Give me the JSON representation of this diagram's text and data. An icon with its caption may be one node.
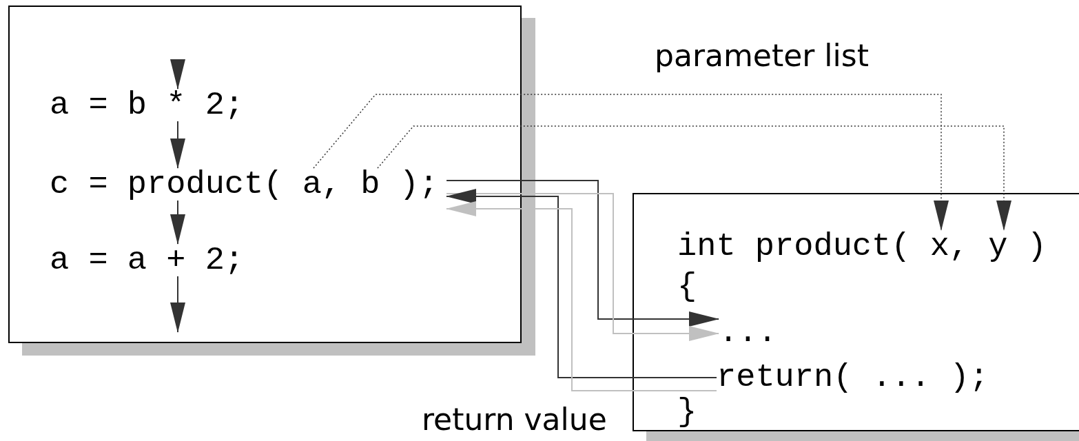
{
  "diagram": {
    "nodes": [
      {
        "text": [],
        "shape": "box"
      },
      {
        "text": [
          "a = b * 2;"
        ],
        "in": 0
      },
      {
        "text": [
          "c = product( a, b );"
        ],
        "in": 0
      },
      {
        "text": [
          "a = a + 2;"
        ],
        "in": 0
      },
      {
        "text": [],
        "shape": "box"
      },
      {
        "text": [
          "int product( x, y )"
        ],
        "in": 4
      },
      {
        "text": [
          "{"
        ],
        "in": 4
      },
      {
        "text": [
          "..."
        ],
        "in": 4
      },
      {
        "text": [
          "return( ... );"
        ],
        "in": 4
      },
      {
        "text": [
          "}"
        ],
        "in": 4
      }
    ],
    "edges": [
      {
        "from": null,
        "to": 1,
        "arrow": "to"
      },
      {
        "from": 1,
        "to": 2,
        "arrow": "to"
      },
      {
        "from": 2,
        "to": 3,
        "arrow": "to"
      },
      {
        "from": 3,
        "to": null,
        "arrow": "to"
      },
      {
        "from": 2,
        "to": 7,
        "arrow": "to"
      },
      {
        "from": 2,
        "to": 7,
        "arrow": "to",
        "color": "#c0c0c0"
      },
      {
        "from": 8,
        "to": 2,
        "arrow": "to"
      },
      {
        "from": 8,
        "to": 2,
        "arrow": "to",
        "color": "#c0c0c0"
      },
      {
        "from": 2,
        "to": 5,
        "arrow": "to",
        "style": "dashed"
      },
      {
        "from": 2,
        "to": 5,
        "arrow": "to",
        "style": "dashed"
      }
    ],
    "labels": [
      "parameter list",
      "return value"
    ]
  }
}
